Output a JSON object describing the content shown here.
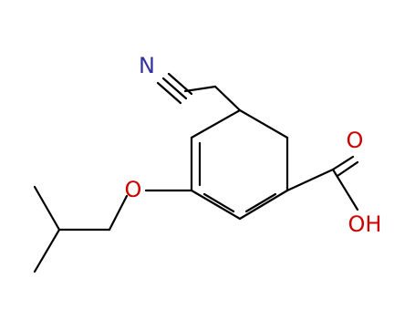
{
  "atoms": {
    "nitrogen": "N",
    "ring_oxygen": "O",
    "carbonyl_oxygen": "O",
    "hydroxyl": "OH"
  },
  "colors": {
    "bond": "#000000",
    "nitrogen": "#3333a0",
    "oxygen": "#cc0000"
  }
}
